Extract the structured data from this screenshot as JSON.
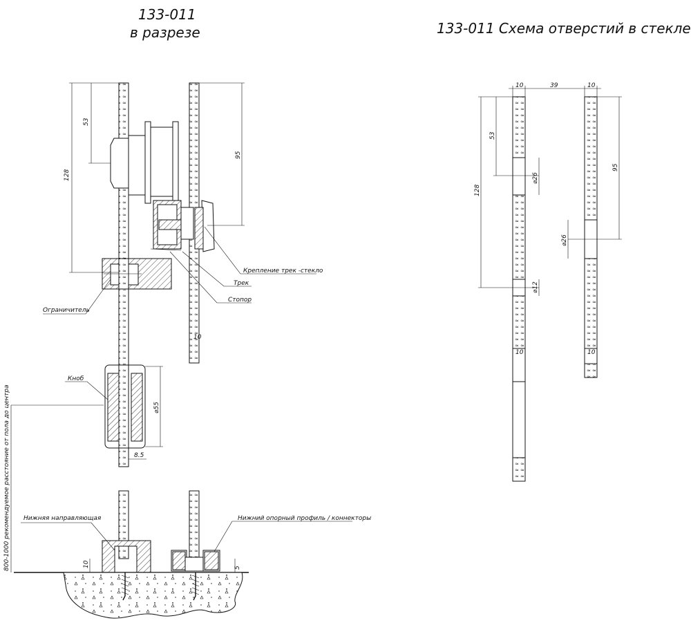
{
  "titles": {
    "left_line1": "133-011",
    "left_line2": "в разрезе",
    "right": "133-011  Схема отверстий в стекле ."
  },
  "labels": {
    "track_glass_mount": "Крепление трек -стекло",
    "track": "Трек",
    "stopper": "Стопор",
    "limiter": "Ограничитель",
    "knob": "Кноб",
    "bottom_guide": "Нижняя направляющая",
    "bottom_profile": "Нижний опорный профиль / коннекторы",
    "floor_distance": "800-1000  рекомендуемое расстояние от пола до центра"
  },
  "dims_left": {
    "d53": "53",
    "d128": "128",
    "d95": "95",
    "d55": "⌀55",
    "d85": "8.5",
    "d10a": "10",
    "d10b": "10",
    "d5": "5"
  },
  "dims_right": {
    "t10a": "10",
    "t39": "39",
    "t10b": "10",
    "d53": "53",
    "d128": "128",
    "d95": "95",
    "h26a": "⌀26",
    "h26b": "⌀26",
    "h12": "⌀12",
    "g10a": "10",
    "g10b": "10"
  }
}
